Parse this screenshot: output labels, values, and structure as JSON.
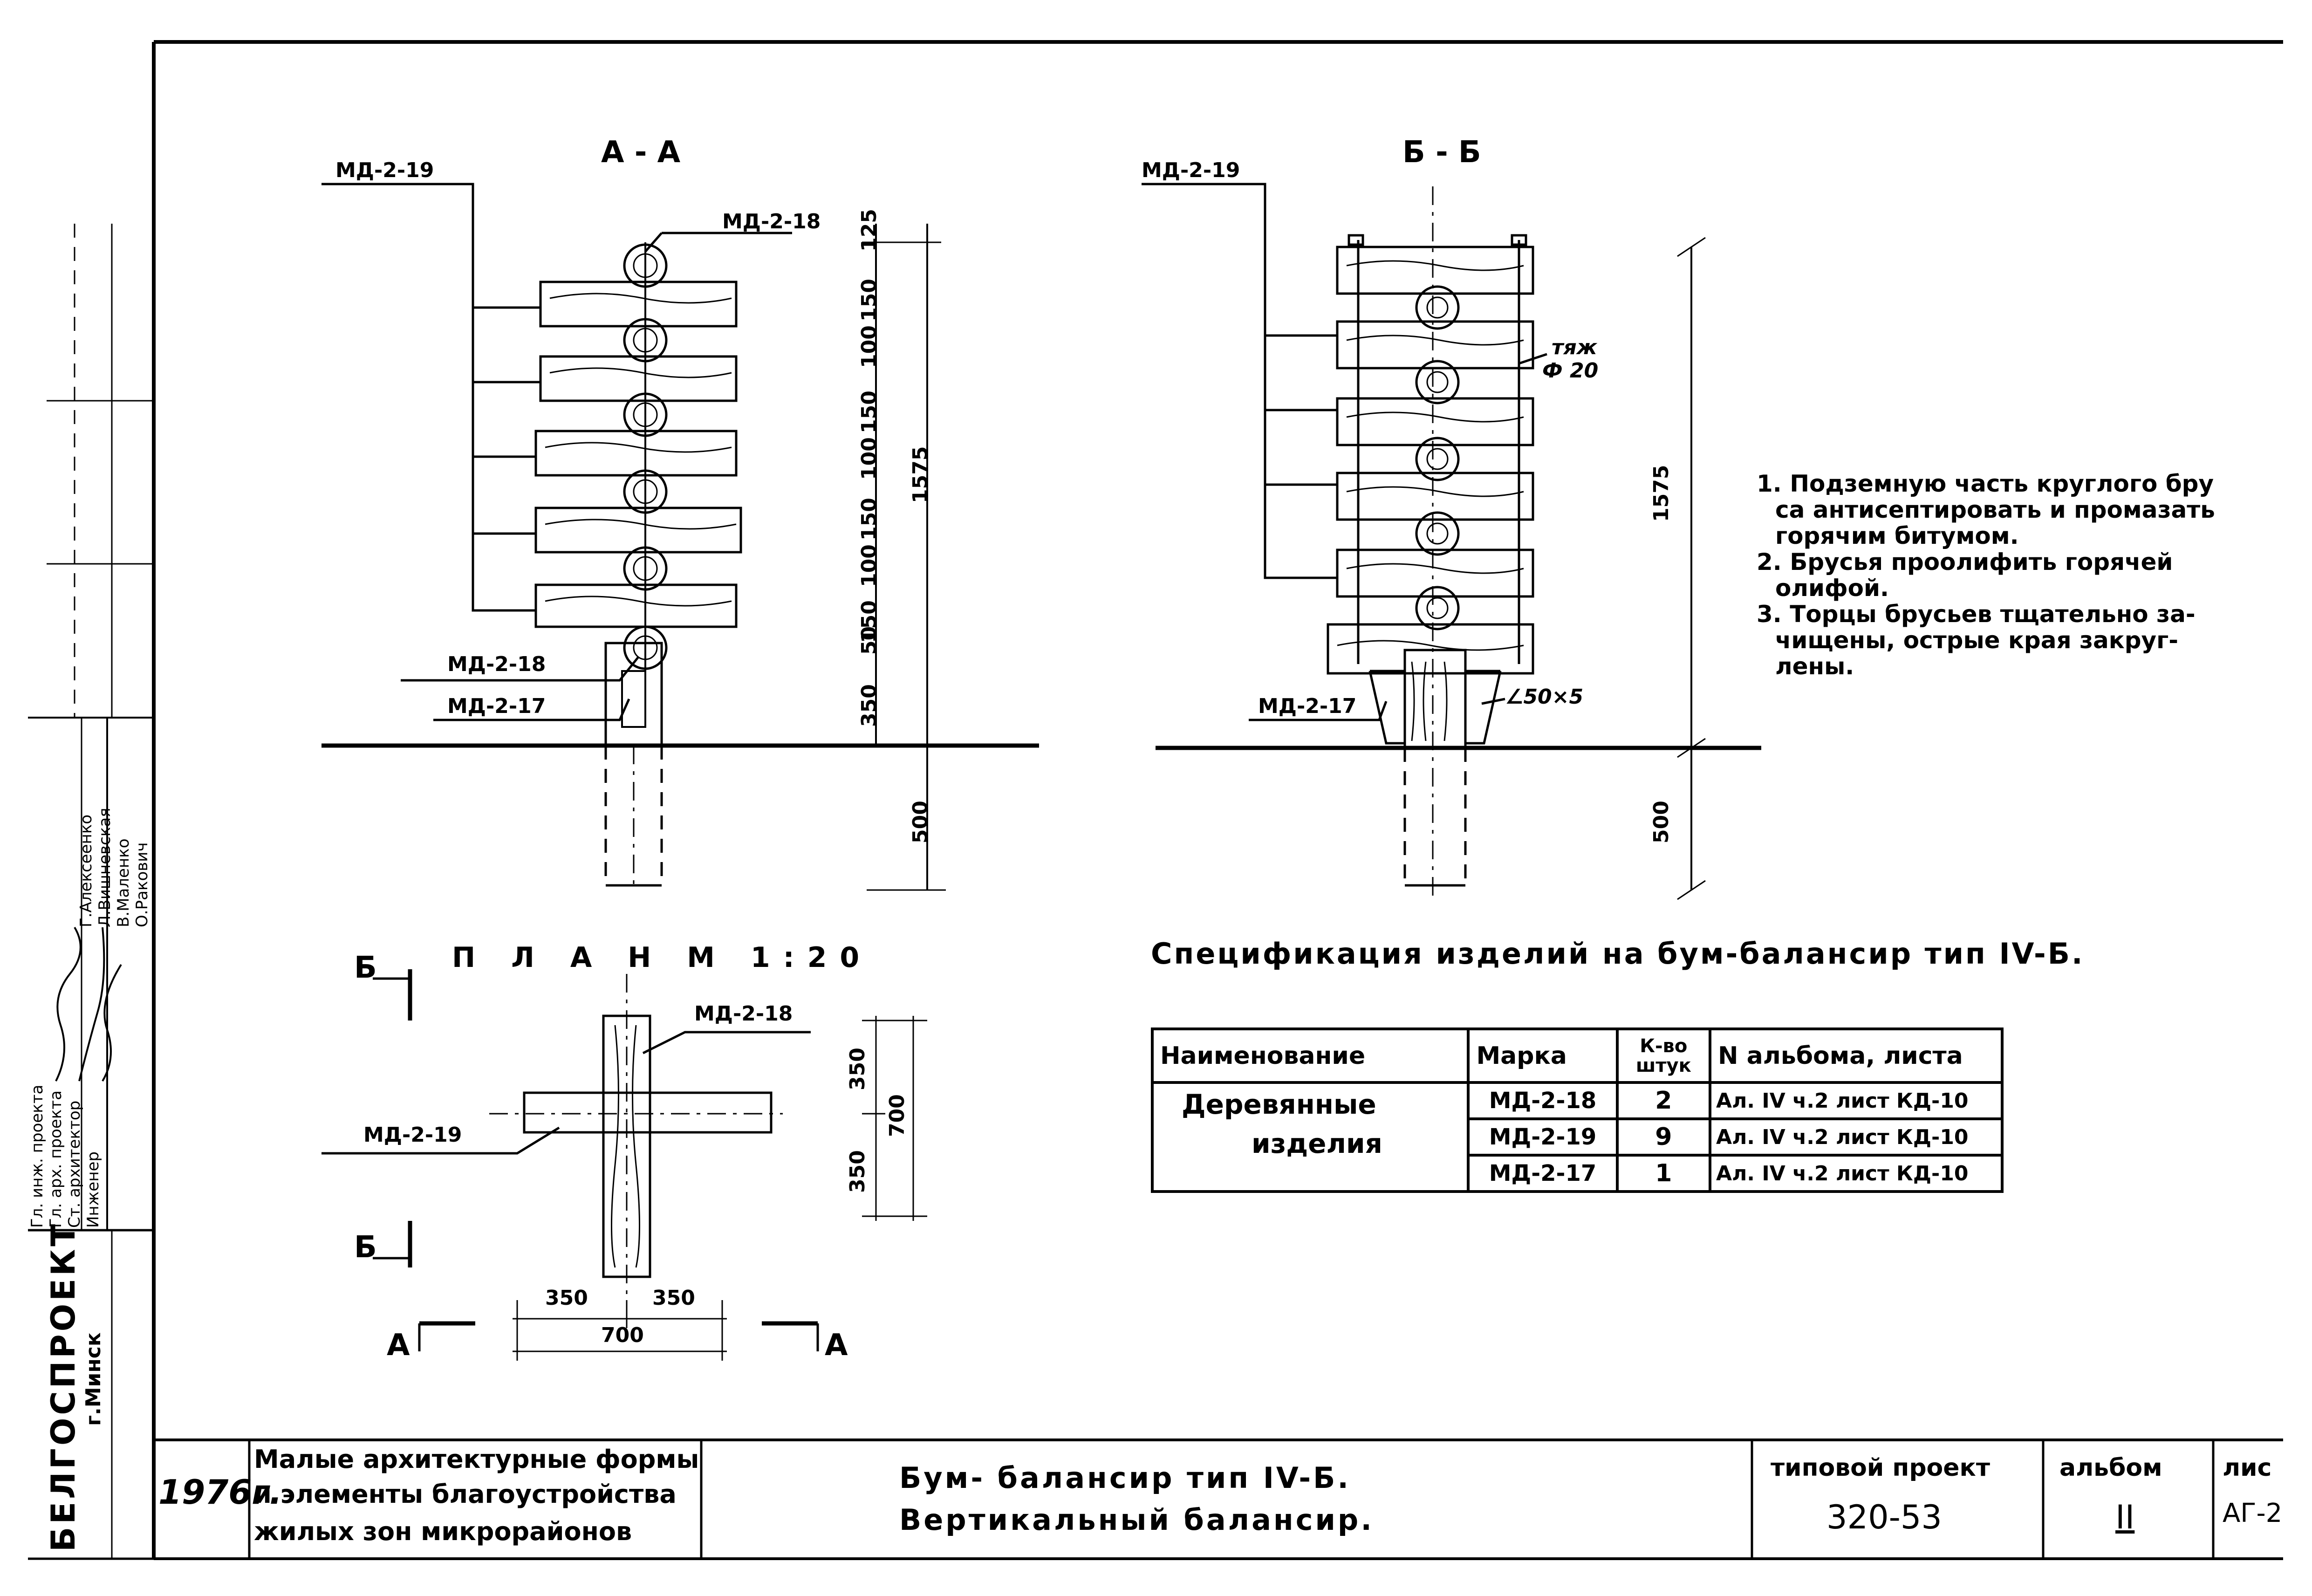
{
  "views": {
    "section_aa": {
      "title": "А - А",
      "labels": {
        "top_left": "МД-2-19",
        "top_right": "МД-2-18",
        "bottom_1": "МД-2-18",
        "bottom_2": "МД-2-17"
      },
      "dims": [
        "50",
        "150",
        "100",
        "150",
        "100",
        "150",
        "100",
        "150",
        "100",
        "150",
        "125"
      ],
      "dim_total": "1575",
      "dim_base": "350",
      "dim_below": "500"
    },
    "section_bb": {
      "title": "Б - Б",
      "labels": {
        "top_left": "МД-2-19",
        "bottom_left": "МД-2-17",
        "angle": "∠50×5",
        "rod_a": "тяж",
        "rod_b": "Ф 20"
      },
      "dim_total": "1575",
      "dim_below": "500"
    },
    "plan": {
      "title": "П Л А Н   М 1:20",
      "labels": {
        "top": "МД-2-18",
        "left": "МД-2-19",
        "cut_b_top": "Б",
        "cut_b_bottom": "Б",
        "cut_a_left": "А",
        "cut_a_right": "А"
      },
      "dims": {
        "h_left": "350",
        "h_right": "350",
        "h_total": "700",
        "v_top": "350",
        "v_bottom": "350",
        "v_total": "700"
      }
    }
  },
  "notes": {
    "n1": "1. Подземную часть круглого бру",
    "n1b": "са антисептировать и промазать",
    "n1c": "горячим битумом.",
    "n2": "2. Брусья проолифить горячей",
    "n2b": "олифой.",
    "n3": "3. Торцы брусьев тщательно за-",
    "n3b": "чищены, острые края закруг-",
    "n3c": "лены."
  },
  "spec": {
    "title": "Спецификация изделий на бум-балансир тип IV-Б.",
    "headers": [
      "Наименование",
      "Марка",
      "К-во штук",
      "N альбома, листа"
    ],
    "group": [
      "Деревянные",
      "изделия"
    ],
    "rows": [
      {
        "mark": "МД-2-18",
        "qty": "2",
        "ref": "Ал. IV ч.2 лист КД-10"
      },
      {
        "mark": "МД-2-19",
        "qty": "9",
        "ref": "Ал. IV ч.2 лист КД-10"
      },
      {
        "mark": "МД-2-17",
        "qty": "1",
        "ref": "Ал. IV ч.2 лист КД-10"
      }
    ]
  },
  "side_stamp": {
    "org": "БЕЛГОСПРОЕКТ",
    "city": "г.Минск",
    "roles": [
      "Гл. инж. проекта",
      "Гл. арх. проекта",
      "Ст. архитектор",
      "Инженер"
    ],
    "names": [
      "Г.Алексеенко",
      "Л.Вишневская",
      "В.Маленко",
      "О.Ракович"
    ]
  },
  "title_block": {
    "year": "1976г.",
    "series_1": "Малые архитектурные формы",
    "series_2": "и элементы благоустройства",
    "series_3": "жилых зон микрорайонов",
    "drawing_1": "Бум- балансир   тип IV-Б.",
    "drawing_2": "Вертикальный балансир.",
    "project_label": "типовой проект",
    "project_value": "320-53",
    "album_label": "альбом",
    "album_value": "II",
    "sheet_label": "лис",
    "sheet_value": "АГ-2"
  }
}
